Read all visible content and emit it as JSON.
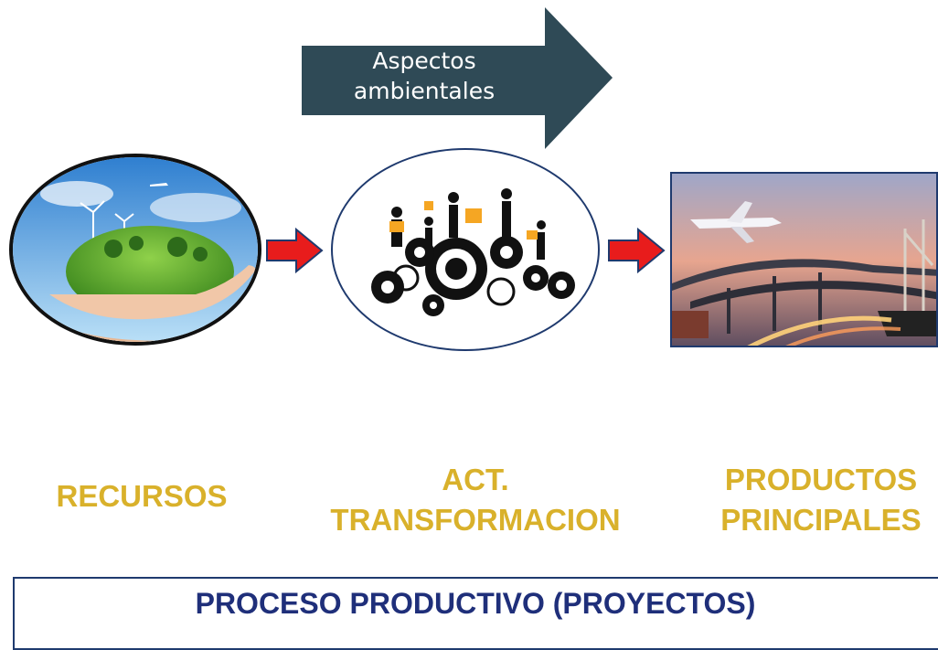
{
  "header_arrow": {
    "label": "Aspectos ambientales",
    "color": "#2f4a56"
  },
  "stages": [
    {
      "label": "RECURSOS",
      "icon": "earth-in-hand-image"
    },
    {
      "label_line1": "ACT.",
      "label_line2": "TRANSFORMACION",
      "icon": "workers-gears-icon"
    },
    {
      "label_line1": "PRODUCTOS",
      "label_line2": "PRINCIPALES",
      "icon": "transport-infrastructure-image"
    }
  ],
  "footer": {
    "title": "PROCESO PRODUCTIVO (PROYECTOS)"
  },
  "colors": {
    "stage_label": "#d9b12b",
    "footer_title": "#1f2f7a",
    "flow_arrow": "#e81c1c",
    "border": "#1f3a6e"
  }
}
